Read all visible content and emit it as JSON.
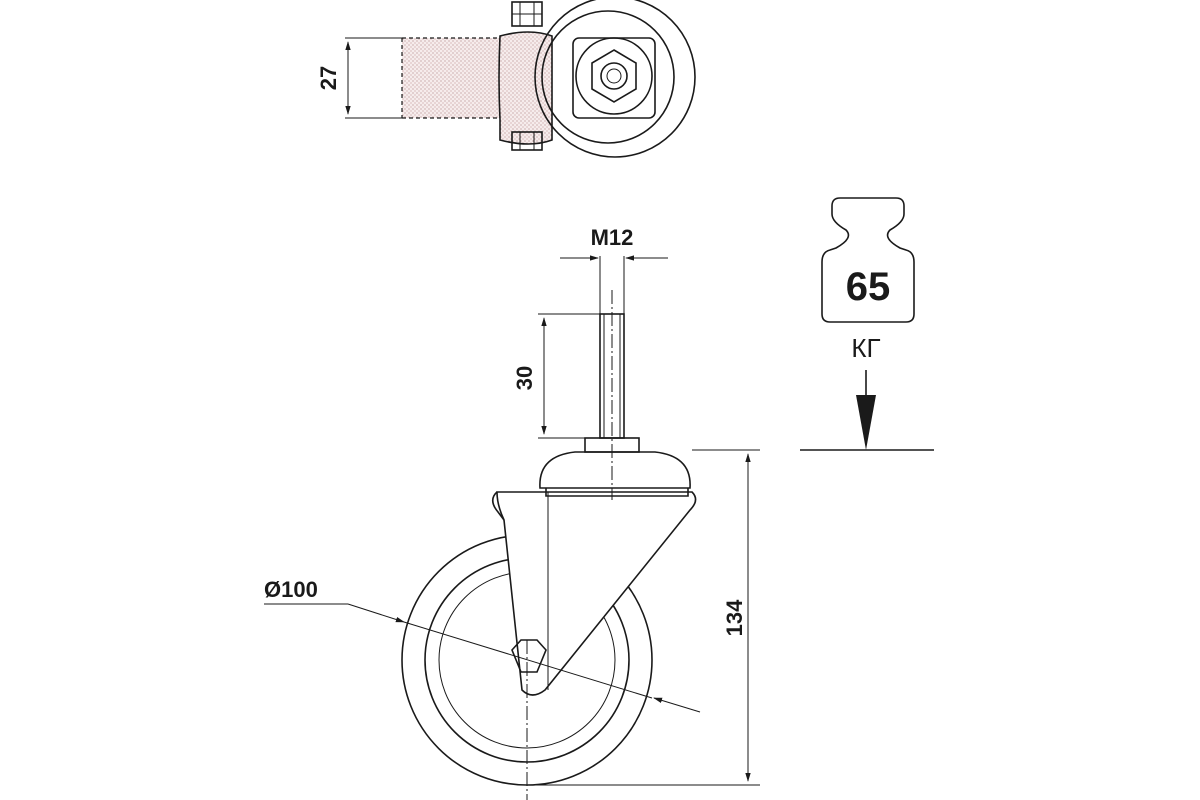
{
  "dimensions": {
    "wheel_width": "27",
    "thread_size": "M12",
    "stem_length": "30",
    "wheel_diameter": "Ø100",
    "total_height": "134"
  },
  "load": {
    "value": "65",
    "unit": "КГ"
  }
}
